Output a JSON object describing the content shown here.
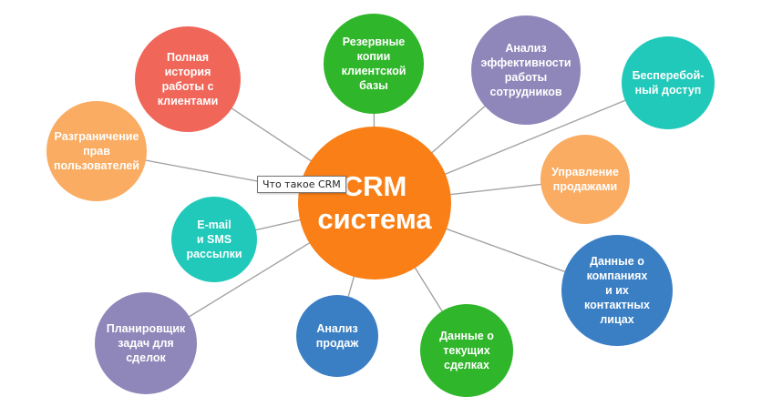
{
  "diagram": {
    "center": {
      "text": "CRM\nсистема",
      "color": "#f97f16"
    },
    "nodes": [
      {
        "text": "Полная\nистория\nработы с\nклиентами",
        "color": "#f06659"
      },
      {
        "text": "Резервные\nкопии\nклиентской\nбазы",
        "color": "#2fb62a"
      },
      {
        "text": "Анализ\nэффективности\nработы\nсотрудников",
        "color": "#8f86b9"
      },
      {
        "text": "Бесперебой-\nный доступ",
        "color": "#20c9b9"
      },
      {
        "text": "Управление\nпродажами",
        "color": "#f9ac62"
      },
      {
        "text": "Данные о\nкомпаниях\nи их\nконтактных\nлицах",
        "color": "#3a7fc4"
      },
      {
        "text": "Данные о\nтекущих\nсделках",
        "color": "#2fb62a"
      },
      {
        "text": "Анализ\nпродаж",
        "color": "#3a7fc4"
      },
      {
        "text": "Планировщик\nзадач для\nсделок",
        "color": "#8f86b9"
      },
      {
        "text": "E-mail\nи SMS\nрассылки",
        "color": "#20c9b9"
      },
      {
        "text": "Разграничение\nправ\nпользователей",
        "color": "#f9ac62"
      }
    ]
  },
  "tooltip": {
    "text": "Что такое CRM"
  }
}
